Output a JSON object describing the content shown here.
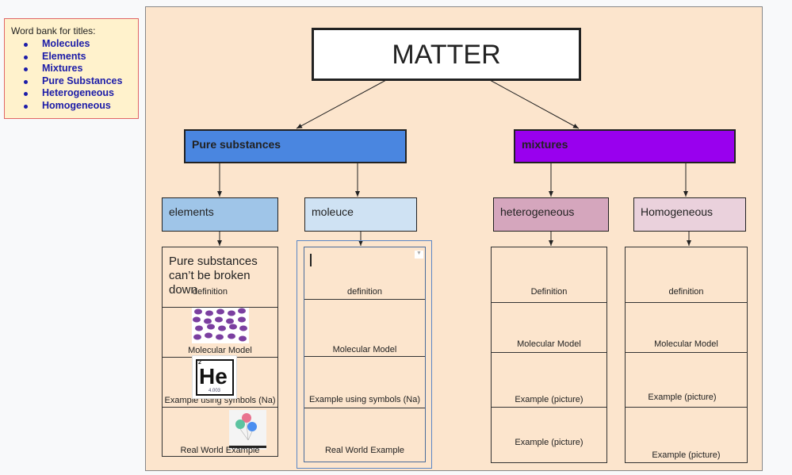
{
  "word_bank": {
    "title": "Word bank for titles:",
    "items": [
      "Molecules",
      "Elements",
      "Mixtures",
      "Pure Substances",
      "Heterogeneous",
      "Homogeneous"
    ]
  },
  "diagram": {
    "root": "MATTER",
    "pure": {
      "label": "Pure substances",
      "color": "#4a86e0"
    },
    "mixtures": {
      "label": "mixtures",
      "color": "#9900ee"
    },
    "elements": {
      "label": "elements",
      "color": "#9fc5e8",
      "definition_text": "Pure substances can’t be broken down",
      "cells": [
        "definition",
        "Molecular Model",
        "Example using symbols (Na)",
        "Real World Example"
      ],
      "he_symbol": "He",
      "he_number": "2",
      "he_mass": "4.003"
    },
    "molecule": {
      "label": "moleuce",
      "color": "#cfe2f3",
      "cells": [
        "definition",
        "Molecular Model",
        "Example using symbols (Na)",
        "Real World Example"
      ]
    },
    "heterogeneous": {
      "label": "heterogeneous",
      "color": "#d5a6bd",
      "cells": [
        "Definition",
        "Molecular Model",
        "Example (picture)",
        "Example (picture)"
      ]
    },
    "homogeneous": {
      "label": "Homogeneous",
      "color": "#ead1dc",
      "cells": [
        "definition",
        "Molecular Model",
        "Example (picture)",
        "Example (picture)"
      ]
    }
  }
}
